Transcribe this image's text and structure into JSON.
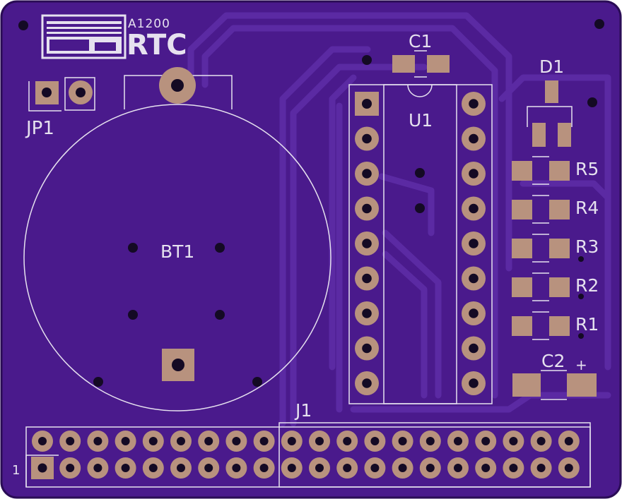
{
  "board": {
    "logo_model": "A1200",
    "logo_title": "RTC",
    "colors": {
      "substrate": "#4a1a8c",
      "trace": "#5b2aa3",
      "copper": "#b8927e",
      "silk": "#e6e1ef",
      "drill": "#140a24"
    }
  },
  "labels": {
    "jp1": "JP1",
    "bt1": "BT1",
    "c1": "C1",
    "u1": "U1",
    "d1": "D1",
    "r5": "R5",
    "r4": "R4",
    "r3": "R3",
    "r2": "R2",
    "r1": "R1",
    "c2": "C2",
    "c2_polarity": "+",
    "j1": "J1",
    "j1_pin1": "1"
  }
}
